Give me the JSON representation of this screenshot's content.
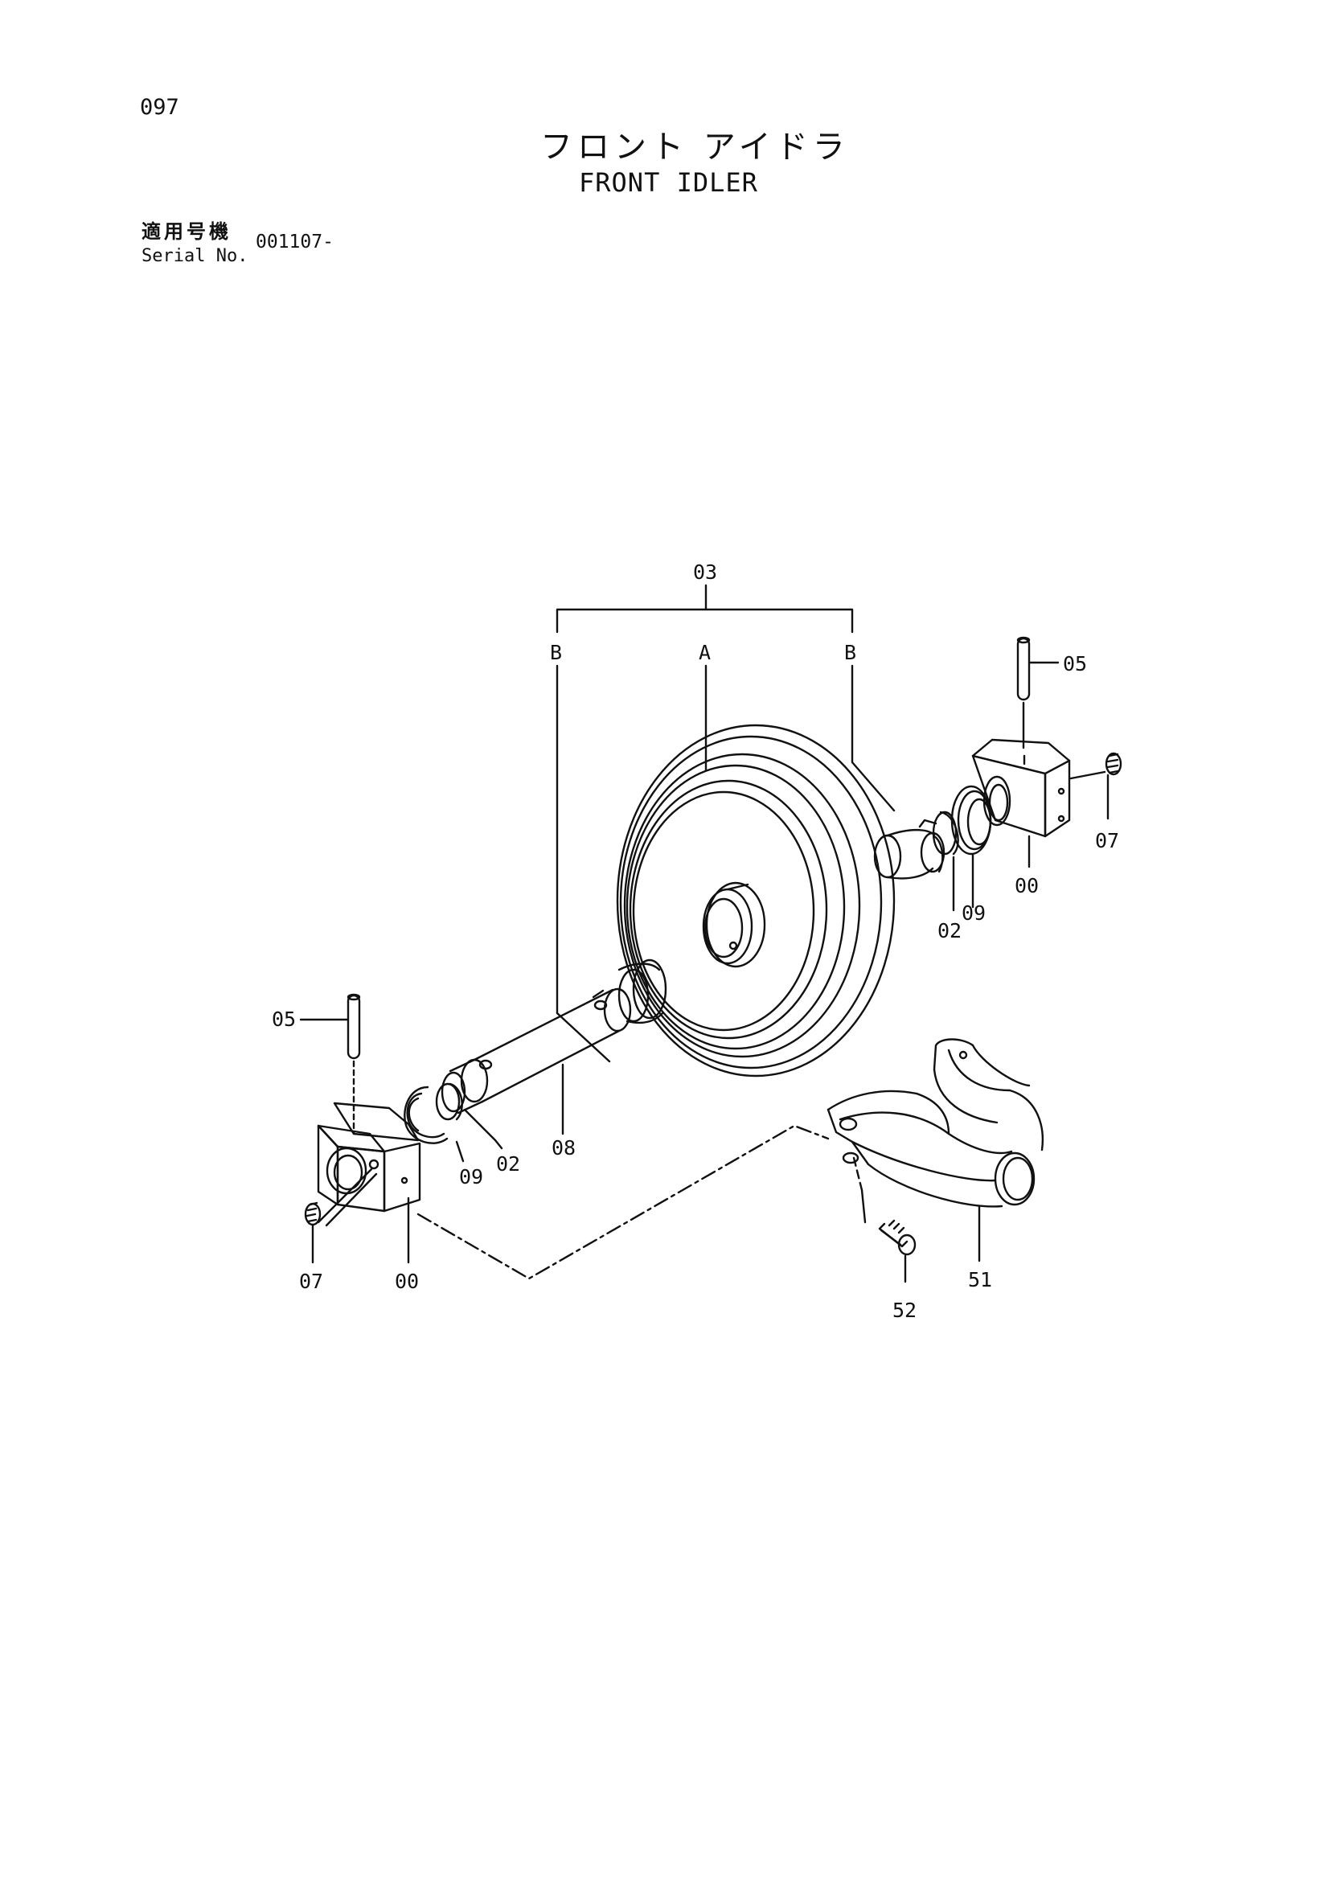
{
  "header": {
    "page_number": "097",
    "title_jp": "フロント アイドラ",
    "title_en": "FRONT IDLER",
    "serial_label_jp": "適用号機",
    "serial_label_en": "Serial No.",
    "serial_value": "001107-"
  },
  "callouts": {
    "assembly": "03",
    "wheel": "A",
    "bushing_left": "B",
    "bushing_right": "B",
    "pin_right": "05",
    "plug_right": "07",
    "bracket_right": "00",
    "collar_right": "02",
    "seal_right": "09",
    "pin_left": "05",
    "shaft": "08",
    "collar_left": "02",
    "seal_left": "09",
    "plug_left": "07",
    "bracket_left": "00",
    "yoke": "51",
    "bolt": "52"
  }
}
